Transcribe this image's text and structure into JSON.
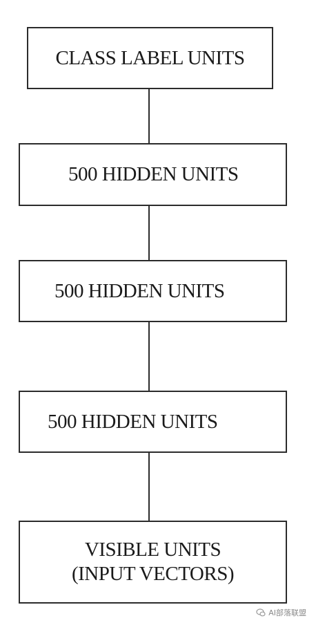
{
  "layers": {
    "class_label": "CLASS LABEL UNITS",
    "hidden_1": "500 HIDDEN UNITS",
    "hidden_2": "500 HIDDEN UNITS",
    "hidden_3": "500 HIDDEN UNITS",
    "visible_line1": "VISIBLE UNITS",
    "visible_line2": "(INPUT VECTORS)"
  },
  "watermark": {
    "icon": "wechat-bubble-icon",
    "text": "AI部落联盟"
  }
}
